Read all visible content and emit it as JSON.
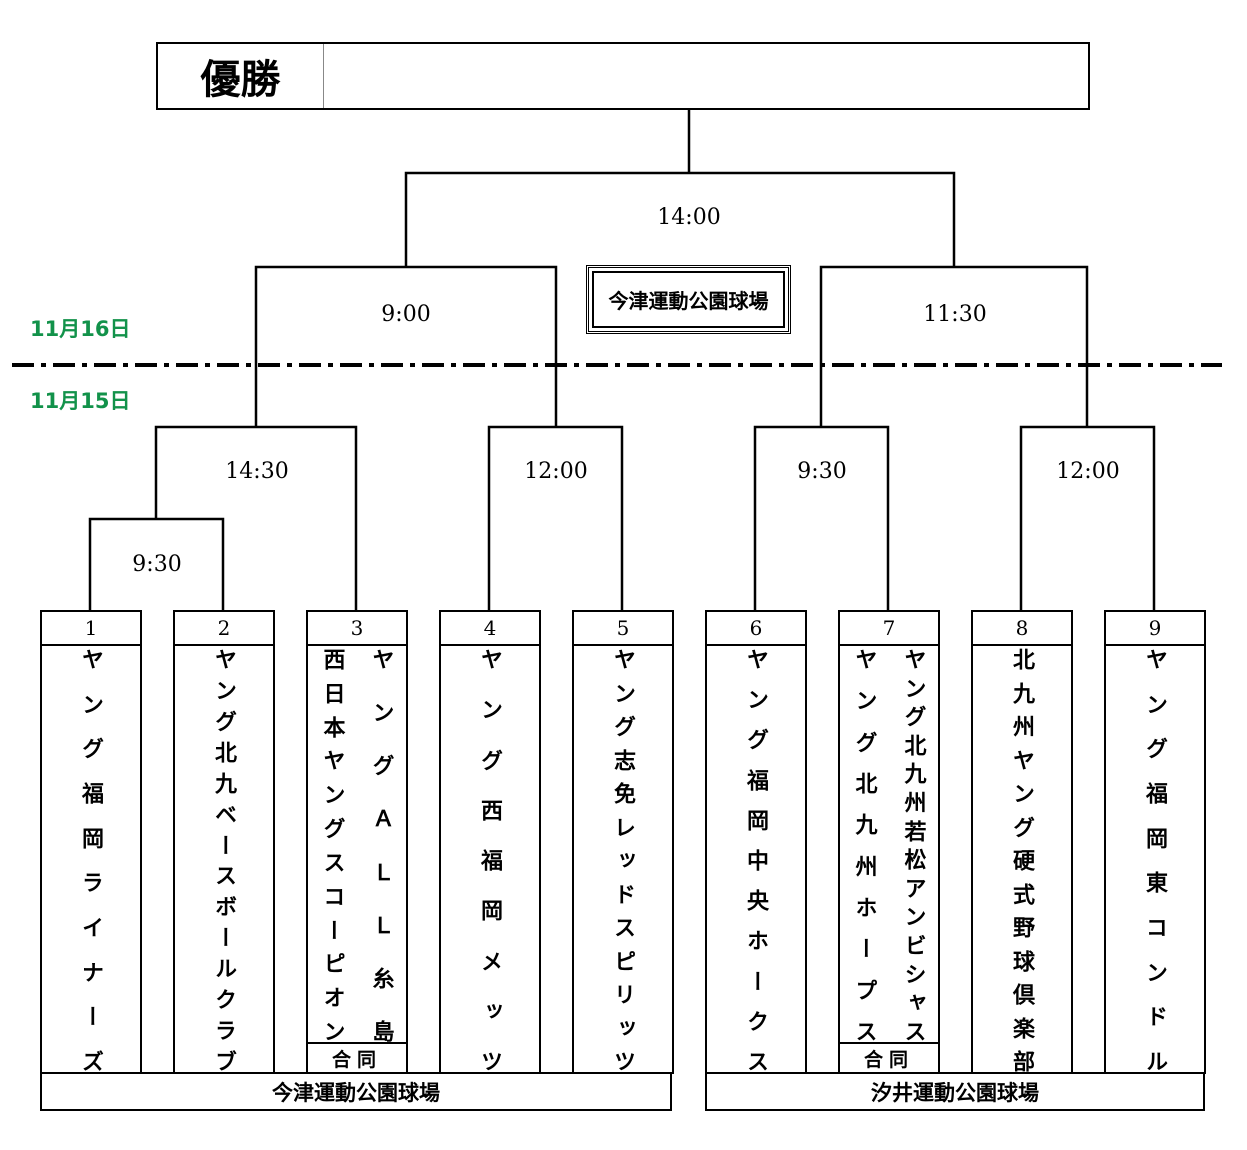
{
  "champion_label": "優勝",
  "center_venue": "今津運動公園球場",
  "dates": {
    "day2": "11月16日",
    "day1": "11月15日"
  },
  "colors": {
    "date_green": "#12924a",
    "line": "#000000"
  },
  "times": {
    "final": "14:00",
    "semi_left": "9:00",
    "semi_right": "11:30",
    "r2_1": "14:30",
    "r2_2": "12:00",
    "r2_3": "9:30",
    "r2_4": "12:00",
    "r1": "9:30"
  },
  "teams": [
    {
      "num": "1",
      "names": [
        "ヤング福岡ライナーズ"
      ]
    },
    {
      "num": "2",
      "names": [
        "ヤング北九ベースボールクラブ"
      ]
    },
    {
      "num": "3",
      "names": [
        "ヤングＡＬＬ糸島",
        "西日本ヤングスコーピオン"
      ],
      "joint": "合同"
    },
    {
      "num": "4",
      "names": [
        "ヤング西福岡メッツ"
      ]
    },
    {
      "num": "5",
      "names": [
        "ヤング志免レッドスピリッツ"
      ]
    },
    {
      "num": "6",
      "names": [
        "ヤング福岡中央ホークス"
      ]
    },
    {
      "num": "7",
      "names": [
        "ヤング北九州若松アンビシャス",
        "ヤング北九州ホープス"
      ],
      "joint": "合同"
    },
    {
      "num": "8",
      "names": [
        "北九州ヤング硬式野球倶楽部"
      ]
    },
    {
      "num": "9",
      "names": [
        "ヤング福岡東コンドル"
      ]
    }
  ],
  "venues": {
    "left": "今津運動公園球場",
    "right": "汐井運動公園球場"
  }
}
